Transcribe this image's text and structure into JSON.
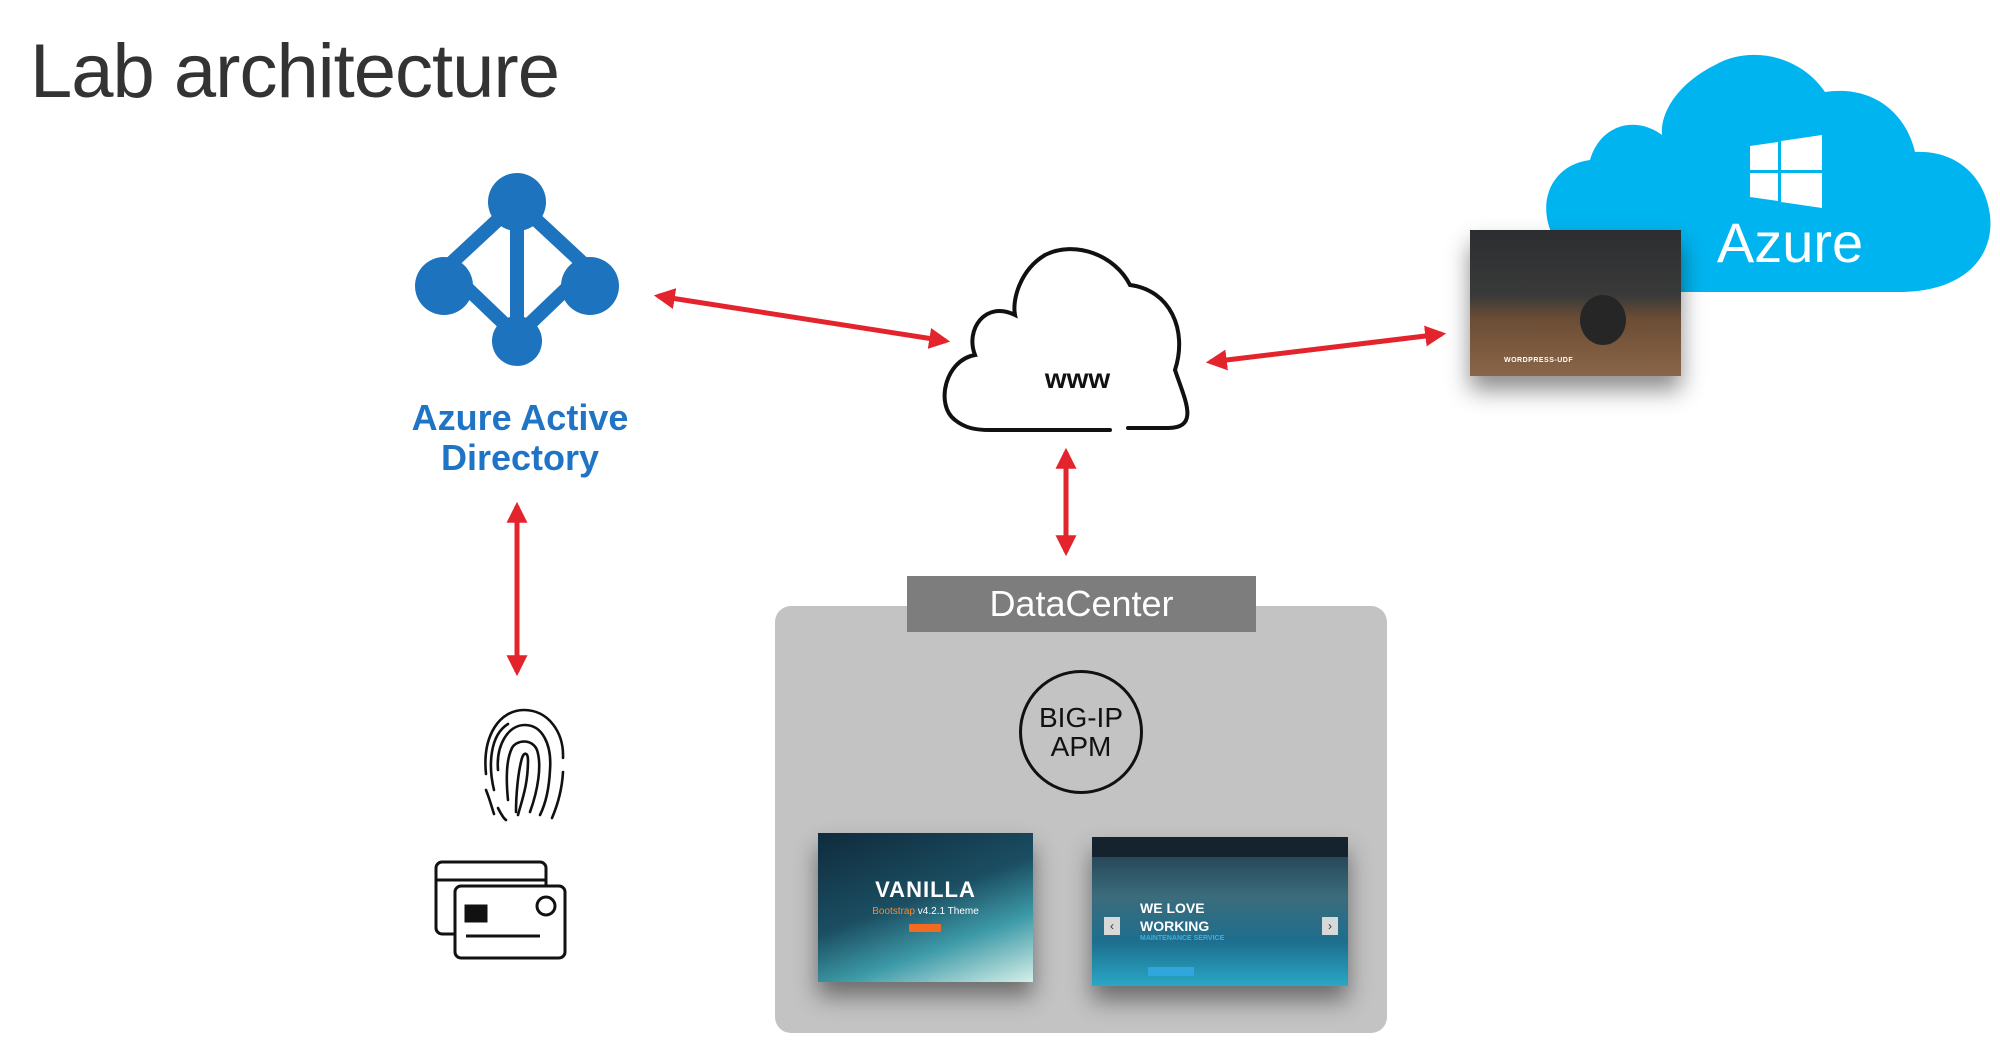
{
  "slide": {
    "title": "Lab architecture"
  },
  "identity": {
    "name_line1": "Azure Active",
    "name_line2": "Directory"
  },
  "internet": {
    "label": "www"
  },
  "datacenter": {
    "label": "DataCenter"
  },
  "bigip": {
    "line1": "BIG-IP",
    "line2": "APM"
  },
  "cloud_provider": {
    "label": "Azure"
  },
  "apps": {
    "vanilla": {
      "title": "VANILLA",
      "subtitle_highlight": "Bootstrap",
      "subtitle_rest": " v4.2.1 Theme"
    },
    "maintenance": {
      "title_line1": "WE LOVE",
      "title_line2": "WORKING",
      "subtitle": "MAINTENANCE SERVICE"
    },
    "wordpress": {
      "label": "WORDPRESS-UDF"
    }
  },
  "colors": {
    "arrow": "#e4242d",
    "aad_blue": "#1f74c5",
    "azure_cloud": "#00b4ef",
    "datacenter_box": "#c3c3c3",
    "datacenter_header": "#7d7d7d"
  },
  "icons": [
    "aad-icon",
    "www-cloud-icon",
    "azure-cloud-icon",
    "windows-logo-icon",
    "fingerprint-icon",
    "smart-card-icon"
  ]
}
